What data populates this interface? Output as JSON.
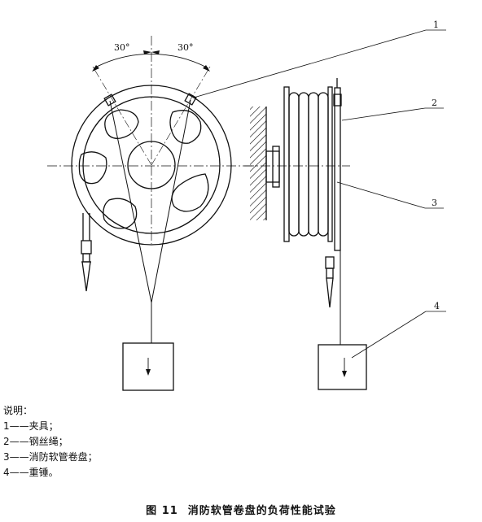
{
  "figure": {
    "angle_left": "30°",
    "angle_right": "30°",
    "callouts": [
      "1",
      "2",
      "3",
      "4"
    ]
  },
  "legend": {
    "title": "说明：",
    "items": [
      {
        "num": "1",
        "dash": "——",
        "text": "夹具；"
      },
      {
        "num": "2",
        "dash": "——",
        "text": "钢丝绳；"
      },
      {
        "num": "3",
        "dash": "——",
        "text": "消防软管卷盘；"
      },
      {
        "num": "4",
        "dash": "——",
        "text": "重锤。"
      }
    ]
  },
  "caption": {
    "label": "图 11",
    "title": "消防软管卷盘的负荷性能试验"
  }
}
